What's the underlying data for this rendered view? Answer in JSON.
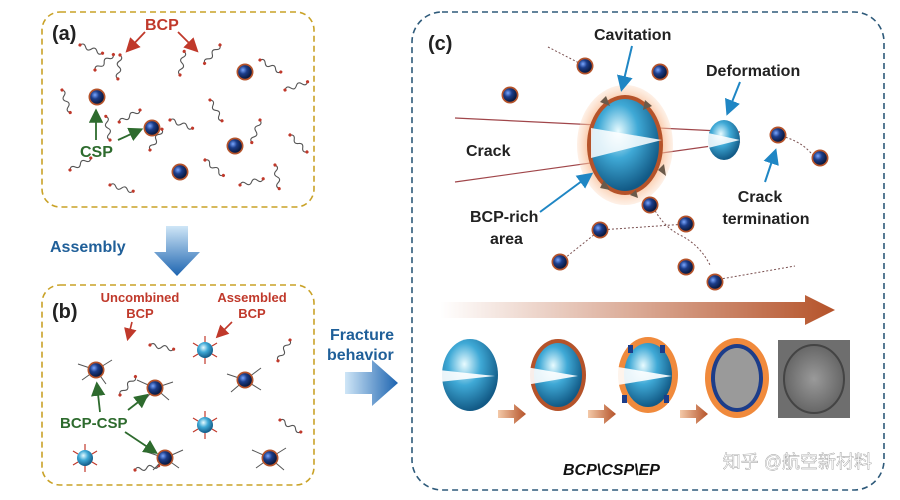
{
  "panel_a": {
    "label": "(a)",
    "bcp_label": "BCP",
    "csp_label": "CSP"
  },
  "assembly_label": "Assembly",
  "panel_b": {
    "label": "(b)",
    "uncombined_line1": "Uncombined",
    "uncombined_line2": "BCP",
    "assembled_line1": "Assembled",
    "assembled_line2": "BCP",
    "bcp_csp_label": "BCP-CSP"
  },
  "fracture_line1": "Fracture",
  "fracture_line2": "behavior",
  "panel_c": {
    "label": "(c)",
    "cavitation": "Cavitation",
    "deformation": "Deformation",
    "crack": "Crack",
    "crack_termination_line1": "Crack",
    "crack_termination_line2": "termination",
    "bcp_rich_line1": "BCP-rich",
    "bcp_rich_line2": "area",
    "bottom_caption": "BCP\\CSP\\EP"
  },
  "watermark": "知乎 @航空新材料",
  "colors": {
    "panel_ab_border": "#c9a227",
    "panel_c_border": "#2e5a7a",
    "label_red": "#c0392b",
    "label_green": "#2e6b2e",
    "label_blue": "#1f5f99",
    "particle_dark": "#1c3d8a",
    "particle_ring": "#b5532a"
  }
}
